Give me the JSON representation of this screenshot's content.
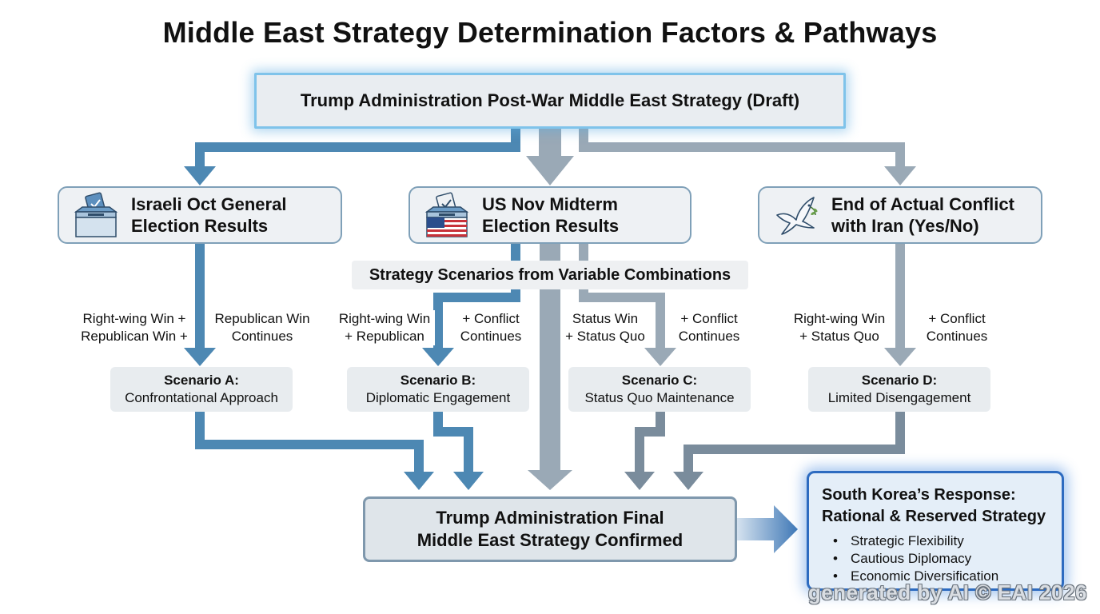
{
  "title": "Middle East Strategy Determination Factors & Pathways",
  "top_box": "Trump Administration Post-War Middle East Strategy (Draft)",
  "factors": [
    {
      "line1": "Israeli Oct General",
      "line2": "Election Results",
      "icon": "ballot-box-icon"
    },
    {
      "line1": "US Nov Midterm",
      "line2": "Election Results",
      "icon": "us-ballot-box-icon"
    },
    {
      "line1": "End of Actual Conflict",
      "line2": "with Iran (Yes/No)",
      "icon": "peace-dove-icon"
    }
  ],
  "scenario_band": "Strategy Scenarios from Variable Combinations",
  "conditions": [
    {
      "line1": "Right-wing Win +",
      "line2": "Republican Win +"
    },
    {
      "line1": "Republican Win",
      "line2": "Continues"
    },
    {
      "line1": "Right-wing Win",
      "line2": "+ Republican"
    },
    {
      "line1": "+ Conflict",
      "line2": "Continues"
    },
    {
      "line1": "Status Win",
      "line2": "+ Status Quo"
    },
    {
      "line1": "+ Conflict",
      "line2": "Continues"
    },
    {
      "line1": "Right-wing Win",
      "line2": "+ Status Quo"
    },
    {
      "line1": "+ Conflict",
      "line2": "Continues"
    }
  ],
  "scenarios": [
    {
      "name": "Scenario A:",
      "desc": "Confrontational Approach"
    },
    {
      "name": "Scenario B:",
      "desc": "Diplomatic Engagement"
    },
    {
      "name": "Scenario C:",
      "desc": "Status Quo Maintenance"
    },
    {
      "name": "Scenario D:",
      "desc": "Limited Disengagement"
    }
  ],
  "final_box": {
    "line1": "Trump Administration Final",
    "line2": "Middle East Strategy Confirmed"
  },
  "korea_box": {
    "title_line1": "South Korea’s Response:",
    "title_line2": "Rational & Reserved Strategy",
    "items": [
      "Strategic Flexibility",
      "Cautious Diplomacy",
      "Economic Diversification"
    ]
  },
  "watermark": "generated by AI © EAI 2026",
  "colors": {
    "blue_arrow": "#4d88b3",
    "gray_arrow": "#9aa9b6",
    "accent_glow": "#2d6bc0"
  }
}
